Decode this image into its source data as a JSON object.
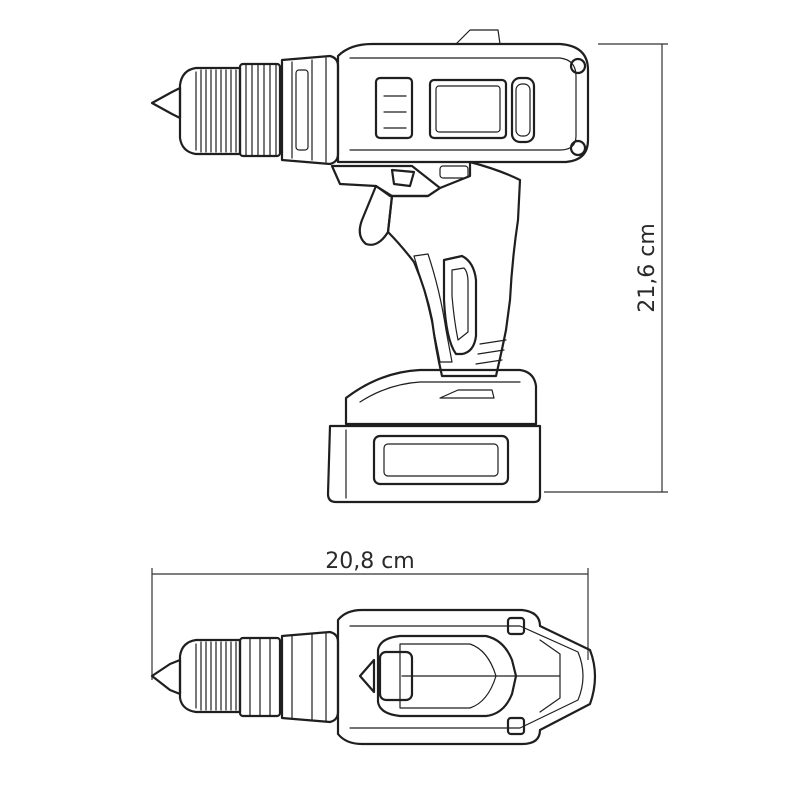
{
  "dimensions": {
    "height_label": "21,6 cm",
    "width_label": "20,8 cm"
  },
  "views": {
    "side": {
      "icon": "cordless-drill-side-view"
    },
    "top": {
      "icon": "cordless-drill-top-view"
    }
  },
  "colors": {
    "line": "#1f1f1f",
    "background": "#ffffff"
  }
}
